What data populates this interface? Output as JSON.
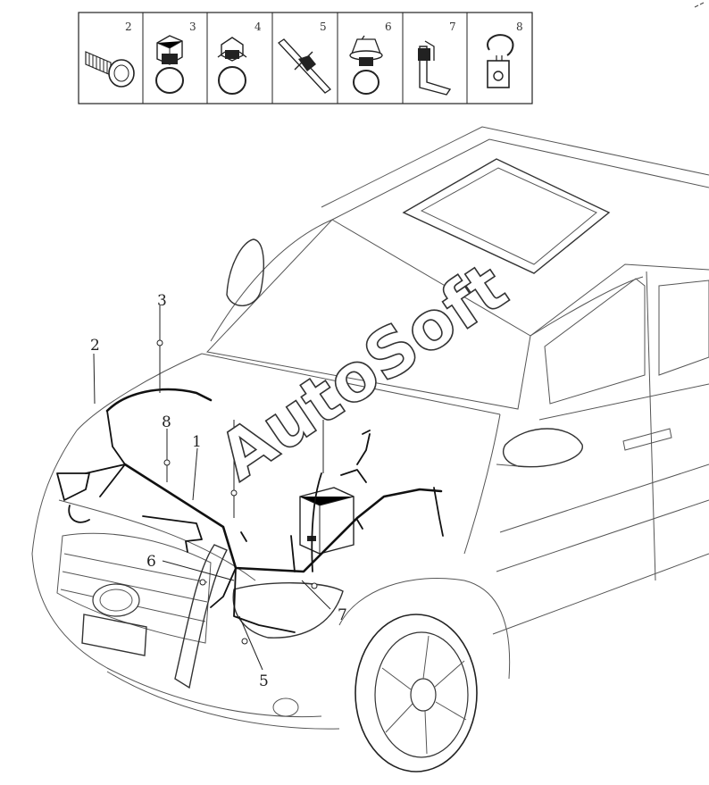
{
  "parts_table": {
    "cells": [
      {
        "number": "2",
        "icon": "bolt-icon"
      },
      {
        "number": "3",
        "icon": "clip-with-ring-icon"
      },
      {
        "number": "4",
        "icon": "ring-clip-icon"
      },
      {
        "number": "5",
        "icon": "strap-tie-icon"
      },
      {
        "number": "6",
        "icon": "push-pin-clip-icon"
      },
      {
        "number": "7",
        "icon": "bracket-clip-icon"
      },
      {
        "number": "8",
        "icon": "hook-clip-icon"
      }
    ]
  },
  "callouts": [
    {
      "number": "3"
    },
    {
      "number": "2"
    },
    {
      "number": "8"
    },
    {
      "number": "1"
    },
    {
      "number": "6"
    },
    {
      "number": "7"
    },
    {
      "number": "5"
    }
  ],
  "watermark": "AutoSoft"
}
